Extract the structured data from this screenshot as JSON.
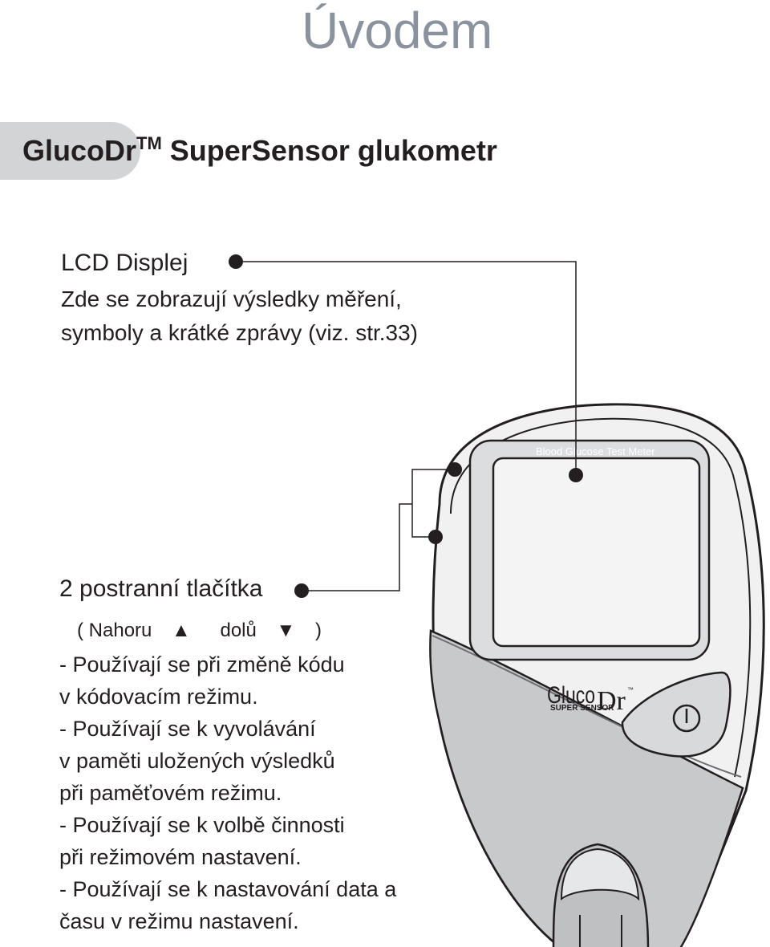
{
  "page": {
    "title": "Úvodem"
  },
  "section": {
    "heading_brand": "GlucoDr",
    "heading_tm": "TM",
    "heading_rest": " SuperSensor glukometr"
  },
  "lcd": {
    "title": "LCD Displej",
    "description_line1": "Zde se zobrazují výsledky měření,",
    "description_line2": "symboly a krátké zprávy (viz. str.33)"
  },
  "side_buttons": {
    "title": "2 postranní tlačítka",
    "note_open": "( Nahoru",
    "up_symbol": "▲",
    "note_mid": "dolů",
    "down_symbol": "▼",
    "note_close": ")",
    "bullets": [
      "- Používají se při změně kódu\n  v kódovacím režimu.",
      "- Používají se k vyvolávání\n  v paměti uložených výsledků\n  při paměťovém režimu.",
      "- Používají se k volbě činnosti\n  při režimovém nastavení.",
      "- Používají se k nastavování data a\n  času v režimu nastavení."
    ]
  },
  "meter": {
    "screen_caption": "Blood Glucose Test Meter",
    "logo_main": "Gluco",
    "logo_dr": "Dr",
    "logo_tm": "™",
    "logo_sub": "SUPER SENSOR"
  },
  "colors": {
    "title_gray": "#8a939d",
    "band_gray": "#d2d4d6",
    "text": "#231f20",
    "device_body": "#f1f1f2",
    "device_lower": "#c8c9cb",
    "screen": "#f4f4f5"
  }
}
